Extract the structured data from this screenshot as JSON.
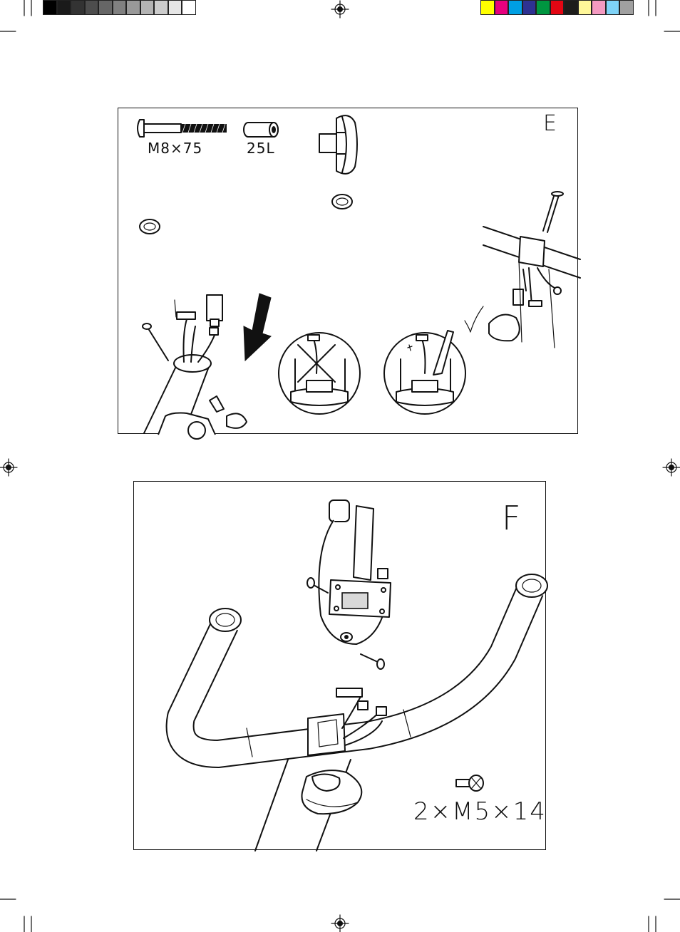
{
  "color_bars": {
    "grayscale": [
      "#000000",
      "#1a1a1a",
      "#333333",
      "#4d4d4d",
      "#666666",
      "#808080",
      "#999999",
      "#b3b3b3",
      "#cccccc",
      "#e6e6e6",
      "#ffffff"
    ],
    "process": [
      "#ffff00",
      "#e6007e",
      "#009fe3",
      "#2e3192",
      "#009640",
      "#e30613",
      "#1d1d1b",
      "#fff799",
      "#f49ac1",
      "#7fd3f7",
      "#a0a0a0"
    ]
  },
  "step_e": {
    "step_letter": "E",
    "parts": {
      "bolt_label": "M8×75",
      "spacer_label": "25L"
    }
  },
  "step_f": {
    "step_letter": "F",
    "screw_label": "2×M5×14"
  }
}
